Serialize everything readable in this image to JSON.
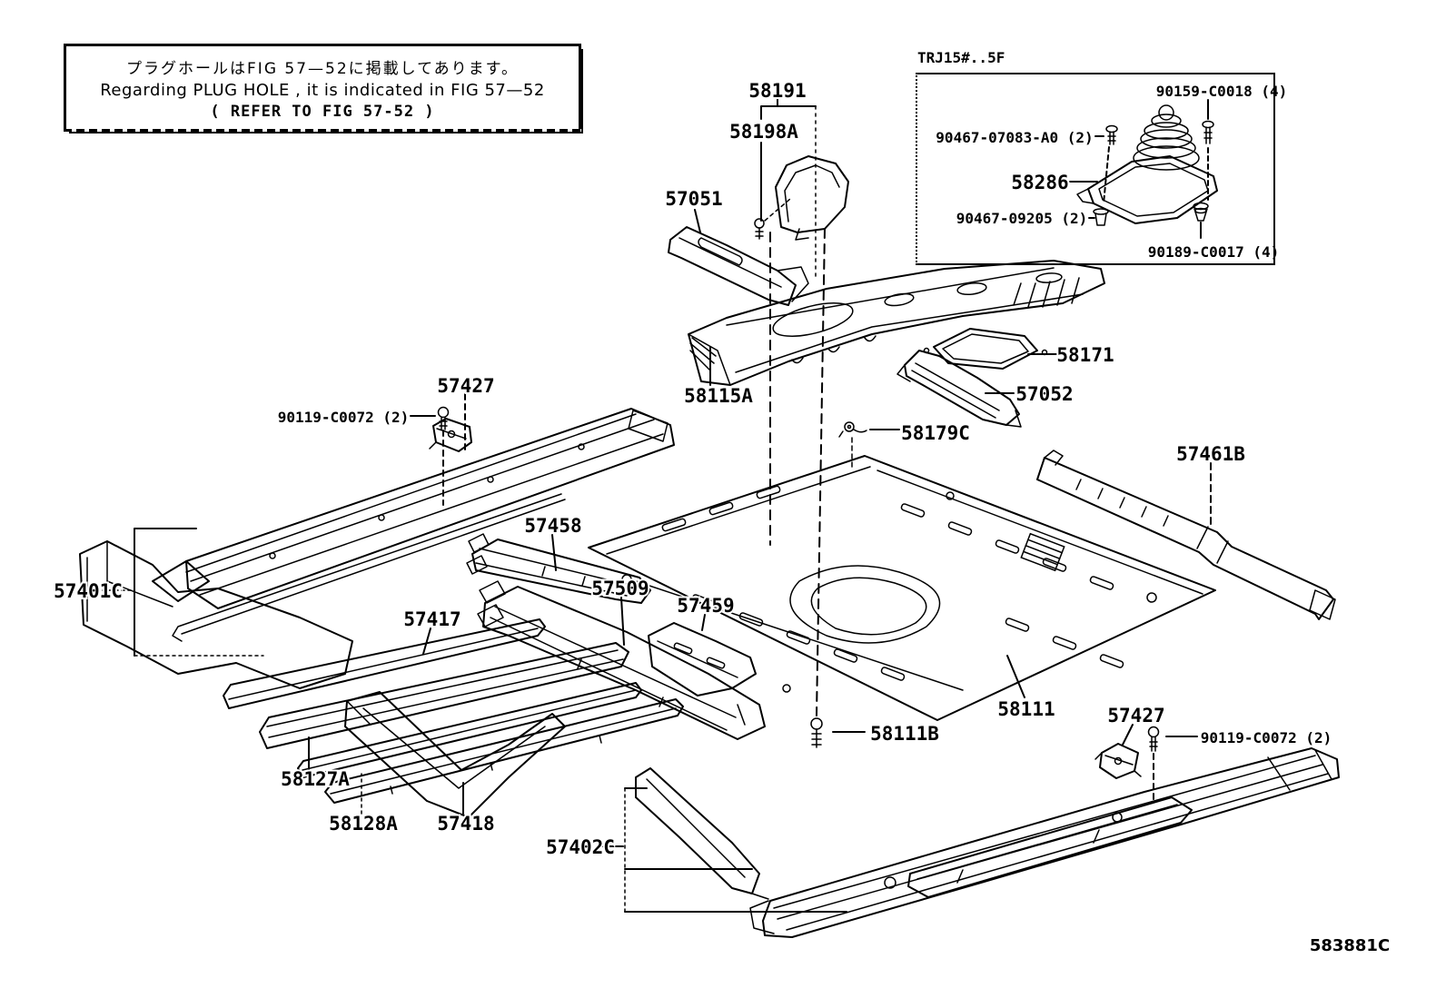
{
  "note_box": {
    "jp": "プラグホールはFIG 57—52に掲載してあります。",
    "en": "Regarding PLUG HOLE , it is indicated in FIG 57—52",
    "refer": "( REFER TO FIG 57-52 )"
  },
  "inset": {
    "model_code": "TRJ15#..5F",
    "p90159": "90159-C0018 (4)",
    "p90467_07083": "90467-07083-A0 (2)",
    "p58286": "58286",
    "p90467_09205": "90467-09205 (2)",
    "p90189": "90189-C0017 (4)"
  },
  "labels": {
    "p58191": "58191",
    "p58198A": "58198A",
    "p57051": "57051",
    "p58115A": "58115A",
    "p58171": "58171",
    "p57052": "57052",
    "p58179C": "58179C",
    "p57461B": "57461B",
    "p57427_left": "57427",
    "p90119_left": "90119-C0072 (2)",
    "p57401C": "57401C",
    "p57458": "57458",
    "p57509": "57509",
    "p57417": "57417",
    "p57459": "57459",
    "p58127A": "58127A",
    "p58128A": "58128A",
    "p57418": "57418",
    "p57402C": "57402C",
    "p58111": "58111",
    "p58111B": "58111B",
    "p57427_right": "57427",
    "p90119_right": "90119-C0072 (2)"
  },
  "diagram_code": "583881C"
}
